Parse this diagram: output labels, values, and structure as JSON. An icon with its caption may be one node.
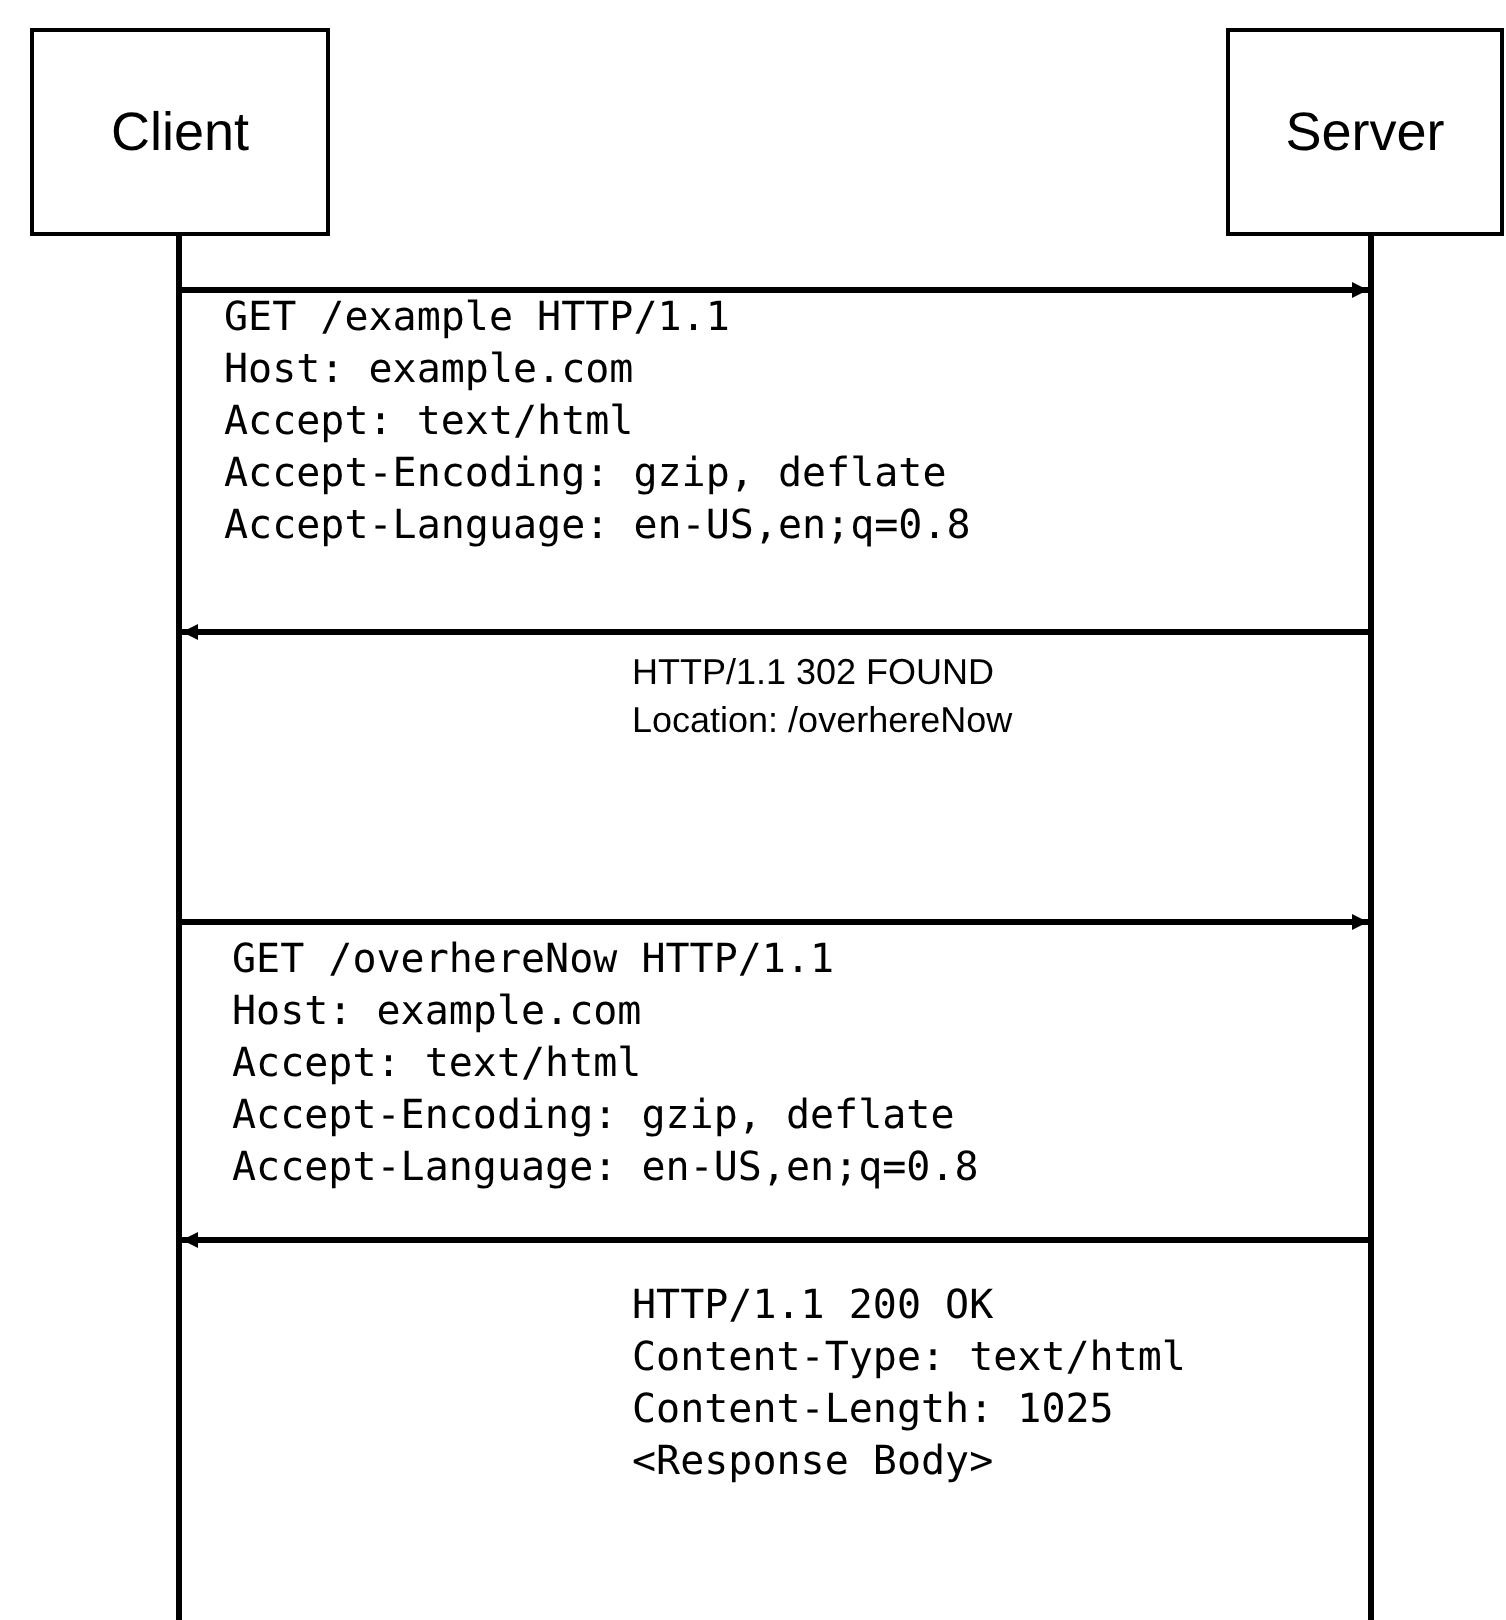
{
  "diagram": {
    "nodes": [
      {
        "text": [
          "Client"
        ]
      },
      {
        "text": [
          "Server"
        ]
      },
      {
        "text": [],
        "shape": "bar"
      },
      {
        "text": [],
        "shape": "bar"
      }
    ],
    "edges": [
      {
        "from": 2,
        "to": 3,
        "arrow": "to"
      },
      {
        "from": 3,
        "to": 2,
        "arrow": "to"
      },
      {
        "from": 2,
        "to": 3,
        "arrow": "to"
      },
      {
        "from": 3,
        "to": 2,
        "arrow": "to"
      }
    ],
    "labels": [
      "GET /example HTTP/1.1",
      "Host: example.com",
      "Accept: text/html",
      "Accept-Encoding: gzip, deflate",
      "Accept-Language: en-US,en;q=0.8",
      "HTTP/1.1 302 FOUND",
      "Location: /overhereNow",
      "GET /overhereNow HTTP/1.1",
      "Host: example.com",
      "Accept: text/html",
      "Accept-Encoding: gzip, deflate",
      "Accept-Language: en-US,en;q=0.8",
      "HTTP/1.1 200 OK",
      "Content-Type: text/html",
      "Content-Length: 1025",
      "<Response Body>"
    ]
  }
}
